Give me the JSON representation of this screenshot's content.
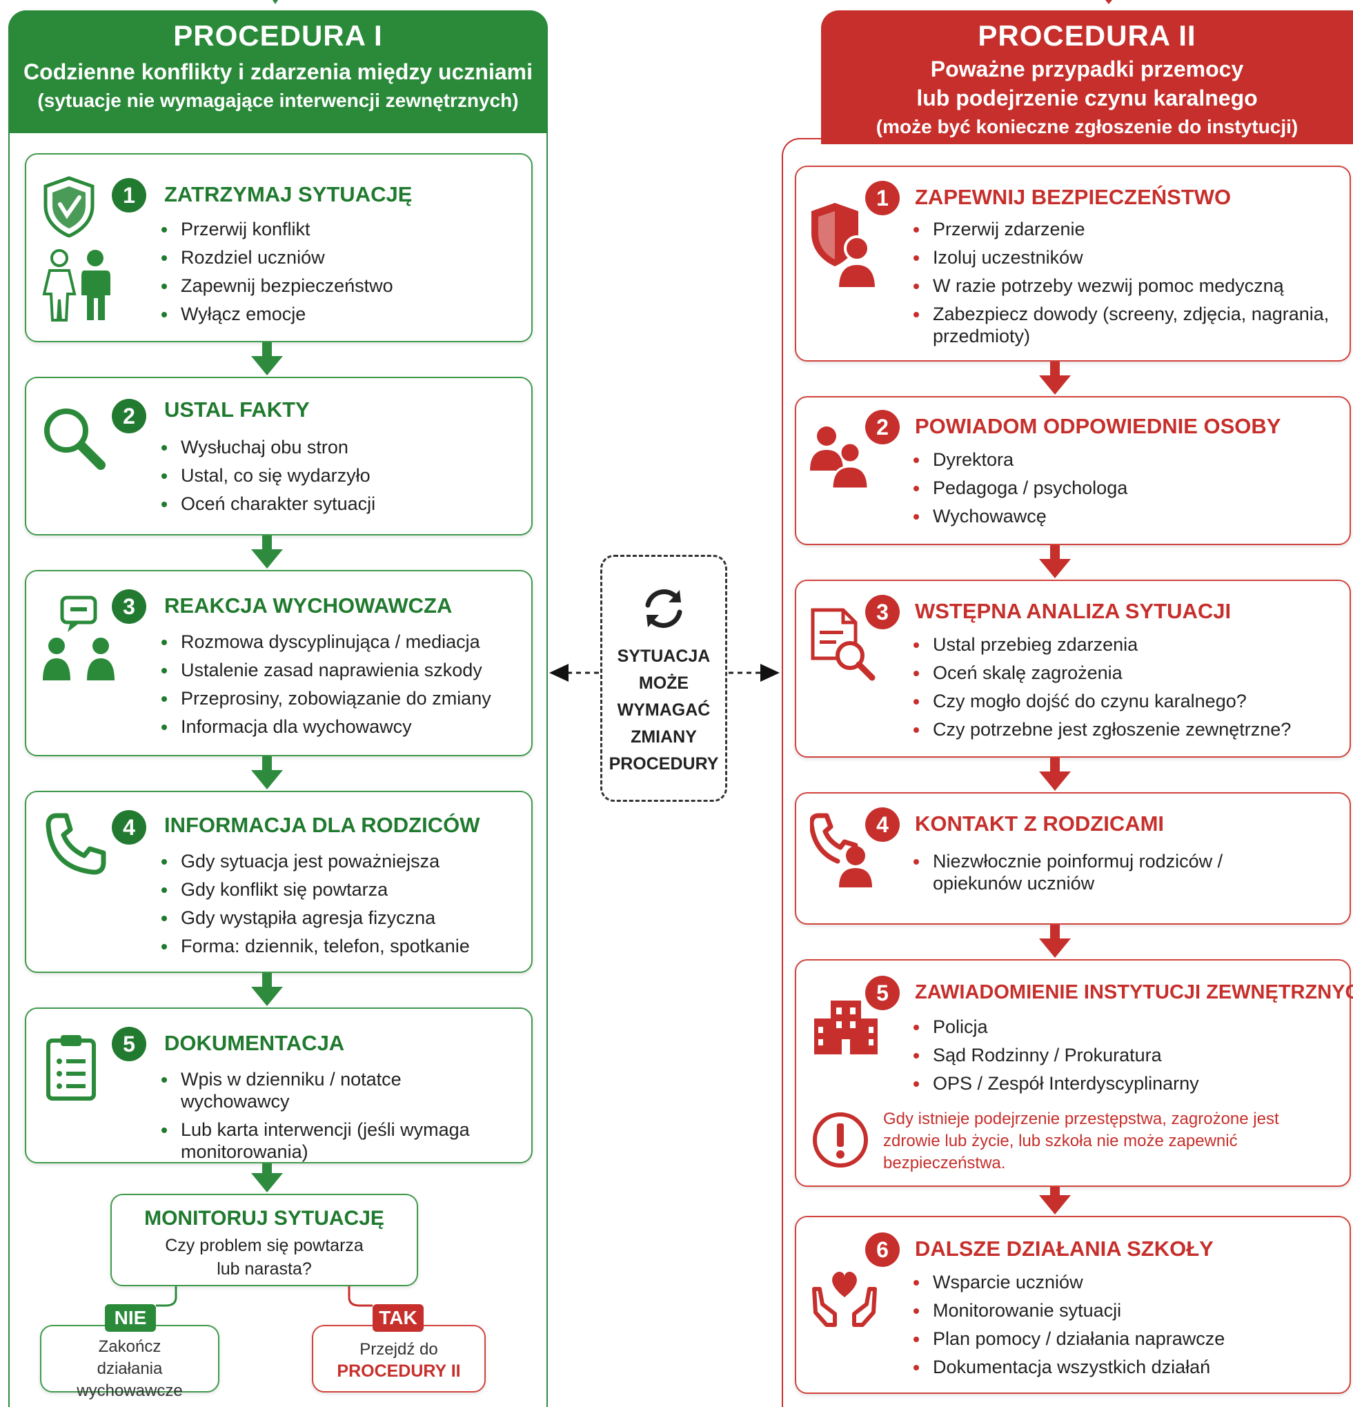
{
  "colors": {
    "green": "#2a8a3a",
    "red": "#c62f2b"
  },
  "proc1": {
    "title": "PROCEDURA I",
    "subtitle": "Codzienne konflikty i zdarzenia między uczniami",
    "note": "(sytuacje nie wymagające interwencji zewnętrznych)",
    "steps": [
      {
        "num": "1",
        "title": "ZATRZYMAJ SYTUACJĘ",
        "icon": "shield-icon",
        "icon2": "students-icon",
        "items": [
          "Przerwij konflikt",
          "Rozdziel uczniów",
          "Zapewnij bezpieczeństwo",
          "Wyłącz emocje"
        ]
      },
      {
        "num": "2",
        "title": "USTAL FAKTY",
        "icon": "magnifier-icon",
        "items": [
          "Wysłuchaj obu stron",
          "Ustal, co się wydarzyło",
          "Oceń charakter sytuacji"
        ]
      },
      {
        "num": "3",
        "title": "REAKCJA WYCHOWAWCZA",
        "icon": "conversation-icon",
        "items": [
          "Rozmowa dyscyplinująca / mediacja",
          "Ustalenie zasad naprawienia szkody",
          "Przeprosiny, zobowiązanie do zmiany",
          "Informacja dla wychowawcy"
        ]
      },
      {
        "num": "4",
        "title": "INFORMACJA DLA RODZICÓW",
        "icon": "phone-icon",
        "items": [
          "Gdy sytuacja jest poważniejsza",
          "Gdy konflikt się powtarza",
          "Gdy wystąpiła agresja fizyczna",
          "Forma: dziennik, telefon, spotkanie"
        ]
      },
      {
        "num": "5",
        "title": "DOKUMENTACJA",
        "icon": "clipboard-icon",
        "items": [
          "Wpis w dzienniku / notatce wychowawcy",
          "Lub karta interwencji (jeśli wymaga monitorowania)"
        ]
      }
    ],
    "monitor": {
      "title": "MONITORUJ SYTUACJĘ",
      "question": "Czy problem się powtarza lub narasta?"
    },
    "no": {
      "label": "NIE",
      "text": "Zakończ działania wychowawcze"
    },
    "yes": {
      "label": "TAK",
      "text": "Przejdź do",
      "link": "PROCEDURY II"
    }
  },
  "center": {
    "icon": "refresh-icon",
    "lines": [
      "SYTUACJA",
      "MOŻE",
      "WYMAGAĆ",
      "ZMIANY",
      "PROCEDURY"
    ]
  },
  "proc2": {
    "title": "PROCEDURA II",
    "subtitle1": "Poważne przypadki przemocy",
    "subtitle2": "lub podejrzenie czynu karalnego",
    "note": "(może być konieczne zgłoszenie do instytucji)",
    "steps": [
      {
        "num": "1",
        "title": "ZAPEWNIJ BEZPIECZEŃSTWO",
        "icon": "shield-person-icon",
        "items": [
          "Przerwij zdarzenie",
          "Izoluj uczestników",
          "W razie potrzeby wezwij pomoc medyczną",
          "Zabezpiecz dowody (screeny, zdjęcia, nagrania, przedmioty)"
        ]
      },
      {
        "num": "2",
        "title": "POWIADOM ODPOWIEDNIE OSOBY",
        "icon": "people-icon",
        "items": [
          "Dyrektora",
          "Pedagoga / psychologa",
          "Wychowawcę"
        ]
      },
      {
        "num": "3",
        "title": "WSTĘPNA ANALIZA SYTUACJI",
        "icon": "document-search-icon",
        "items": [
          "Ustal przebieg zdarzenia",
          "Oceń skalę zagrożenia",
          "Czy mogło dojść do czynu karalnego?",
          "Czy potrzebne jest zgłoszenie zewnętrzne?"
        ]
      },
      {
        "num": "4",
        "title": "KONTAKT Z RODZICAMI",
        "icon": "phone-person-icon",
        "items": [
          "Niezwłocznie poinformuj rodziców / opiekunów uczniów"
        ]
      },
      {
        "num": "5",
        "title": "ZAWIADOMIENIE INSTYTUCJI ZEWNĘTRZNYCH",
        "icon": "building-icon",
        "items": [
          "Policja",
          "Sąd Rodzinny / Prokuratura",
          "OPS / Zespół Interdyscyplinarny"
        ],
        "warning_icon": "exclamation-icon",
        "warning": "Gdy istnieje podejrzenie przestępstwa, zagrożone jest zdrowie lub życie, lub szkoła nie może zapewnić bezpieczeństwa."
      },
      {
        "num": "6",
        "title": "DALSZE DZIAŁANIA SZKOŁY",
        "icon": "heart-hands-icon",
        "items": [
          "Wsparcie uczniów",
          "Monitorowanie sytuacji",
          "Plan pomocy / działania naprawcze",
          "Dokumentacja wszystkich działań"
        ]
      }
    ]
  }
}
